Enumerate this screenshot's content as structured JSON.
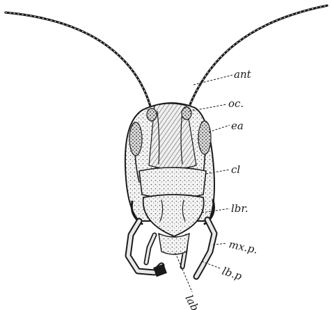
{
  "figure": {
    "labels": {
      "ant": "ant",
      "oc": "oc.",
      "eye": "ea",
      "cl": "cl",
      "lbr": "lbr.",
      "mxp": "mx.p.",
      "lbp": "lb.p",
      "lab": "lab."
    }
  }
}
